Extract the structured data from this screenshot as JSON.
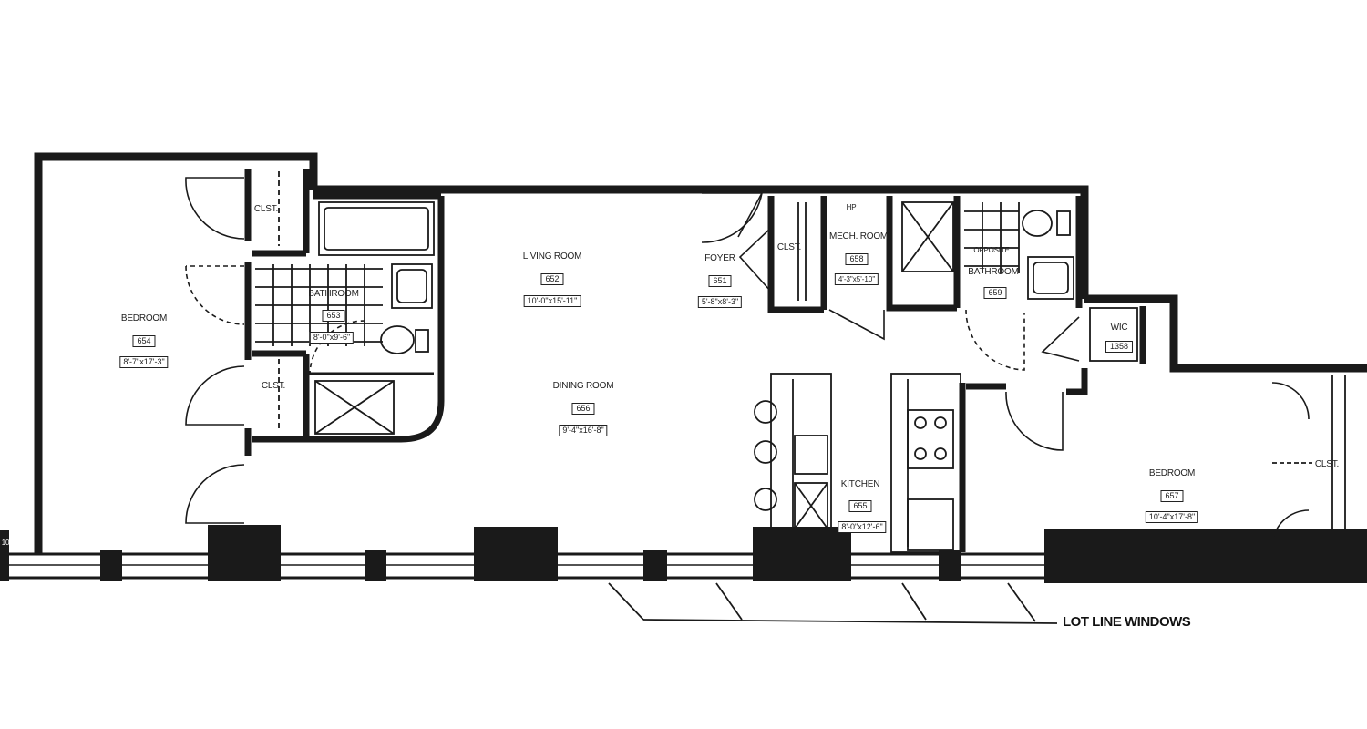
{
  "rooms": {
    "bedroom_left": {
      "name": "BEDROOM",
      "number": "654",
      "dims": "8'-7\"x17'-3\""
    },
    "bathroom_left": {
      "name": "BATHROOM",
      "number": "653",
      "dims": "8'-0\"x9'-6\""
    },
    "closet_upper": {
      "name": "CLST."
    },
    "closet_lower": {
      "name": "CLST."
    },
    "living_room": {
      "name": "LIVING ROOM",
      "number": "652",
      "dims": "10'-0\"x15'-11\""
    },
    "dining_room": {
      "name": "DINING ROOM",
      "number": "656",
      "dims": "9'-4\"x16'-8\""
    },
    "foyer": {
      "name": "FOYER",
      "number": "651",
      "dims": "5'-8\"x8'-3\""
    },
    "closet_foyer": {
      "name": "CLST."
    },
    "mech_room": {
      "name": "MECH. ROOM",
      "number": "658",
      "dims": "4'-3\"x5'-10\"",
      "tag": "HP"
    },
    "bathroom_right": {
      "name": "BATHROOM",
      "number": "659",
      "extra": "OPPOSITE"
    },
    "wic": {
      "name": "WIC",
      "number": "1358"
    },
    "kitchen": {
      "name": "KITCHEN",
      "number": "655",
      "dims": "8'-0\"x12'-6\""
    },
    "bedroom_right": {
      "name": "BEDROOM",
      "number": "657",
      "dims": "10'-4\"x17'-8\""
    },
    "closet_right": {
      "name": "CLST."
    }
  },
  "annotations": {
    "lot_line_windows": "LOT LINE WINDOWS",
    "edge_mark": "10"
  }
}
